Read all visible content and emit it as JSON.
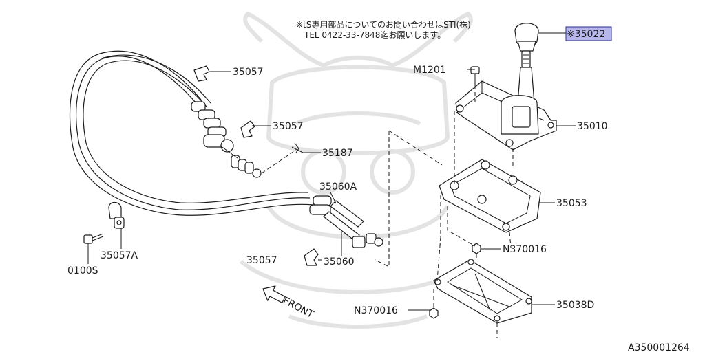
{
  "notice": {
    "line1": "※tS専用部品についてのお問い合わせはSTI(株)",
    "line2": "TEL 0422-33-7848迄お願いします。"
  },
  "labels": {
    "p35022": "※35022",
    "p35057_a": "35057",
    "p35057_b": "35057",
    "p35187": "35187",
    "p35060A": "35060A",
    "p35057_c": "35057",
    "p35060": "35060",
    "p35057A": "35057A",
    "p0100S": "0100S",
    "pM1201": "M1201",
    "p35010": "35010",
    "p35053": "35053",
    "pN370016_a": "N370016",
    "pN370016_b": "N370016",
    "p35038D": "35038D",
    "front": "FRONT",
    "diagram_id": "A350001264"
  },
  "colors": {
    "highlight": "#b7b7ee",
    "line": "#1a1a1a",
    "watermark": "#e3e3e3"
  },
  "icons": {
    "watermark": "samurai-helmet-watermark",
    "front_arrow": "front-arrow-icon"
  }
}
